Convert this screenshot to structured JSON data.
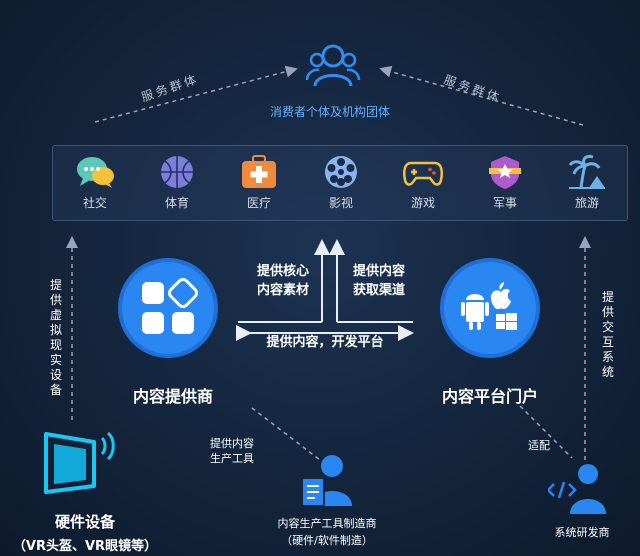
{
  "top": {
    "consumer_label": "消费者个体及机构团体",
    "serve_left": "服务群体",
    "serve_right": "服务群体"
  },
  "categories": [
    {
      "label": "社交",
      "icon": "chat-icon",
      "color": "#5cc8b8"
    },
    {
      "label": "体育",
      "icon": "basketball-icon",
      "color": "#7a7fd8"
    },
    {
      "label": "医疗",
      "icon": "medical-kit-icon",
      "color": "#f08a3c"
    },
    {
      "label": "影视",
      "icon": "film-reel-icon",
      "color": "#8ab4f0"
    },
    {
      "label": "游戏",
      "icon": "gamepad-icon",
      "color": "#f2c23a"
    },
    {
      "label": "军事",
      "icon": "military-badge-icon",
      "color": "#b05ad0"
    },
    {
      "label": "旅游",
      "icon": "palm-tree-icon",
      "color": "#6fb0e8"
    }
  ],
  "left_vertical": "提供虚拟现实设备",
  "right_vertical": "提供交互系统",
  "center": {
    "up_left": [
      "提供核心",
      "内容素材"
    ],
    "up_right": [
      "提供内容",
      "获取渠道"
    ],
    "bottom": "提供内容，开发平台"
  },
  "nodes": {
    "content_provider": "内容提供商",
    "content_portal": "内容平台门户",
    "hardware": "硬件设备",
    "hardware_sub": "（VR头盔、VR眼镜等）",
    "tool_maker": "内容生产工具制造商",
    "tool_maker_sub": "（硬件/软件制造）",
    "system_dev": "系统研发商"
  },
  "edges": {
    "tools_label": [
      "提供内容",
      "生产工具"
    ],
    "adapt_label": "适配"
  },
  "colors": {
    "accent": "#2f8ef0",
    "background": "#152740",
    "cyan": "#18c8f0"
  }
}
